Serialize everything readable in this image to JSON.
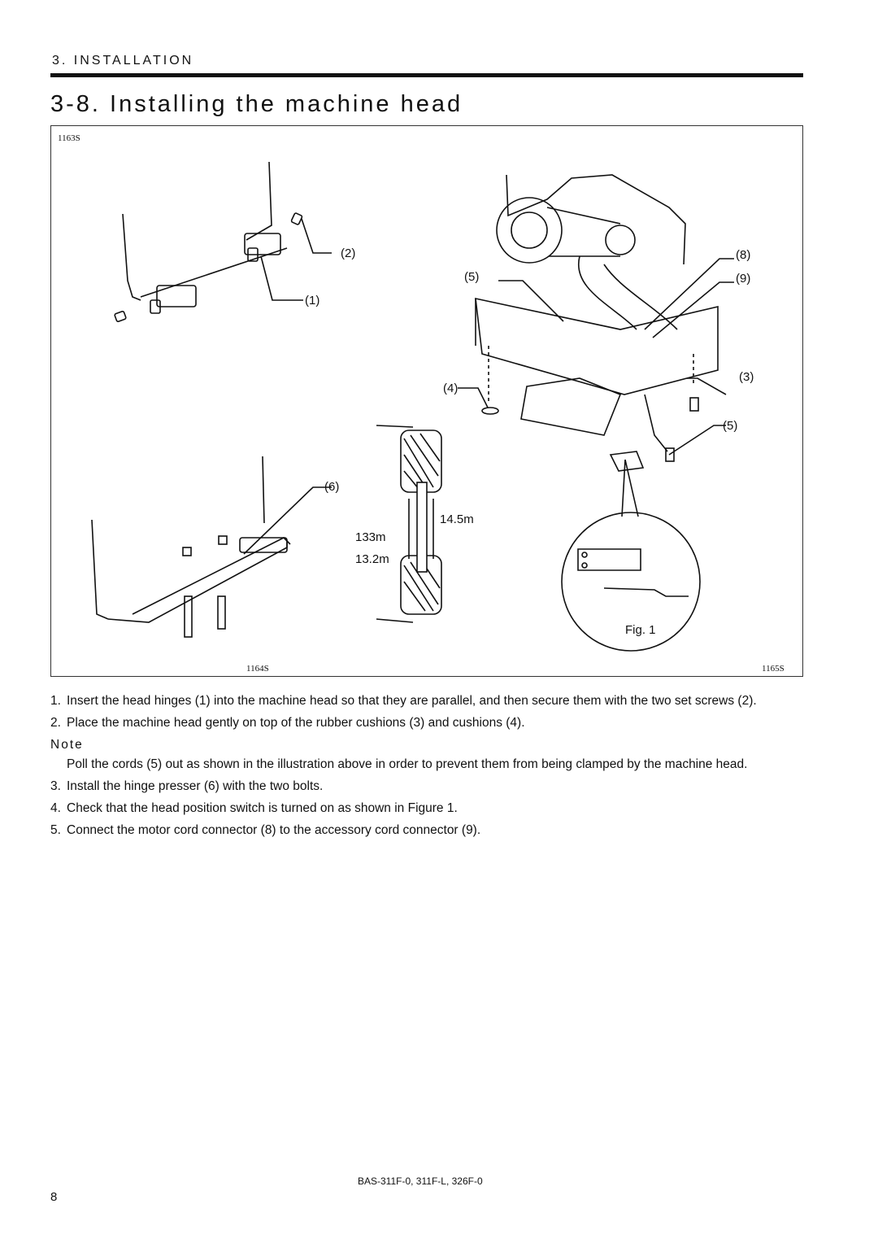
{
  "header": {
    "section": "3. INSTALLATION",
    "title": "3-8. Installing the machine head"
  },
  "figure": {
    "codes": [
      "1163S",
      "1164S",
      "1165S"
    ],
    "callouts": [
      "(1)",
      "(2)",
      "(3)",
      "(4)",
      "(5)",
      "(5)",
      "(6)",
      "(8)",
      "(9)"
    ],
    "dimensions": [
      "14.5m",
      "133m",
      "13.2m"
    ],
    "fig_label": "Fig. 1"
  },
  "steps": [
    {
      "num": "1.",
      "text": "Insert the head hinges (1) into the machine head so that they are parallel, and then secure them with the two set screws (2)."
    },
    {
      "num": "2.",
      "text": "Place the machine head gently on top of the rubber cushions (3) and cushions (4)."
    },
    {
      "num": "3.",
      "text": "Install the hinge presser (6) with the two bolts."
    },
    {
      "num": "4.",
      "text": "Check that the head position switch is turned on as shown in Figure 1."
    },
    {
      "num": "5.",
      "text": "Connect the motor cord connector (8) to the accessory cord connector (9)."
    }
  ],
  "note": {
    "heading": "Note",
    "text": "Poll the cords (5) out as shown in the illustration above in order to prevent them from being clamped by the machine head."
  },
  "footer": {
    "model": "BAS-311F-0, 311F-L, 326F-0",
    "page": "8"
  }
}
